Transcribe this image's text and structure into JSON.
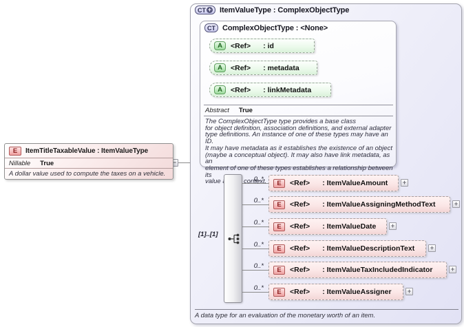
{
  "left_element": {
    "badge": "E",
    "title": "ItemTitleTaxableValue : ItemValueType",
    "facet_label": "Nillable",
    "facet_value": "True",
    "annotation": "A dollar value used to compute the taxes on a vehicle."
  },
  "connector": {
    "collapse_glyph": "−"
  },
  "type_box": {
    "badge": "CT",
    "badge_plus": "+",
    "title": "ItemValueType : ComplexObjectType",
    "annotation": "A data type for an evaluation of the monetary worth of an item.",
    "expand_glyph": "+",
    "base": {
      "badge": "CT",
      "title": "ComplexObjectType : <None>",
      "facet_label": "Abstract",
      "facet_value": "True",
      "attributes": [
        {
          "badge": "A",
          "ref": "<Ref>",
          "name": ": id"
        },
        {
          "badge": "A",
          "ref": "<Ref>",
          "name": ": metadata"
        },
        {
          "badge": "A",
          "ref": "<Ref>",
          "name": ": linkMetadata"
        }
      ],
      "description": "The ComplexObjectType type provides a base class\nfor object definition, association definitions, and external adapter\ntype definitions. An instance of one of these types may have an ID.\nIt may have metadata as it establishes the existence of an object\n(maybe a conceptual object). It may also have link metadata, as an\nelement of one of these types establishes a relationship between its\nvalue and its context."
    },
    "sequence": {
      "cardinality": "[1]..[1]"
    },
    "elements": [
      {
        "badge": "E",
        "occurs": "0..*",
        "ref": "<Ref>",
        "name": ": ItemValueAmount"
      },
      {
        "badge": "E",
        "occurs": "0..*",
        "ref": "<Ref>",
        "name": ": ItemValueAssigningMethodText"
      },
      {
        "badge": "E",
        "occurs": "0..*",
        "ref": "<Ref>",
        "name": ": ItemValueDate"
      },
      {
        "badge": "E",
        "occurs": "0..*",
        "ref": "<Ref>",
        "name": ": ItemValueDescriptionText"
      },
      {
        "badge": "E",
        "occurs": "0..*",
        "ref": "<Ref>",
        "name": ": ItemValueTaxIncludedIndicator"
      },
      {
        "badge": "E",
        "occurs": "0..*",
        "ref": "<Ref>",
        "name": ": ItemValueAssigner"
      }
    ]
  }
}
